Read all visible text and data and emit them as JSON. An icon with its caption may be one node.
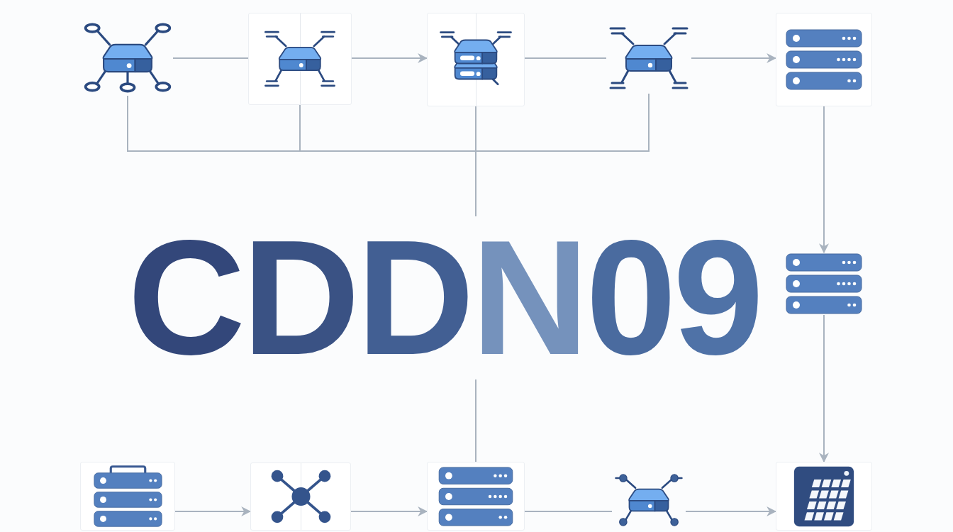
{
  "diagram": {
    "nodes": [
      {
        "text": [],
        "shape": "switch"
      },
      {
        "text": [],
        "shape": "switch"
      },
      {
        "text": [],
        "shape": "switch"
      },
      {
        "text": [],
        "shape": "switch"
      },
      {
        "text": [],
        "shape": "server"
      },
      {
        "text": [
          "CDDN09"
        ]
      },
      {
        "text": [],
        "shape": "server"
      },
      {
        "text": [],
        "shape": "server"
      },
      {
        "text": [],
        "shape": "hub"
      },
      {
        "text": [],
        "shape": "server"
      },
      {
        "text": [],
        "shape": "switch"
      },
      {
        "text": [],
        "shape": "panel"
      }
    ],
    "edges": [
      {
        "from": 0,
        "to": 1,
        "arrow": "none"
      },
      {
        "from": 1,
        "to": 2,
        "arrow": "to"
      },
      {
        "from": 2,
        "to": 3,
        "arrow": "none"
      },
      {
        "from": 3,
        "to": 4,
        "arrow": "to"
      },
      {
        "from": 4,
        "to": 6,
        "arrow": "to"
      },
      {
        "from": 6,
        "to": 11,
        "arrow": "to"
      },
      {
        "from": 7,
        "to": 8,
        "arrow": "to"
      },
      {
        "from": 8,
        "to": 9,
        "arrow": "to"
      },
      {
        "from": 9,
        "to": 10,
        "arrow": "none"
      },
      {
        "from": 10,
        "to": 11,
        "arrow": "to"
      },
      {
        "from": 0,
        "to": 5,
        "arrow": "none"
      },
      {
        "from": 1,
        "to": 5,
        "arrow": "none"
      },
      {
        "from": 3,
        "to": 5,
        "arrow": "none"
      },
      {
        "from": 2,
        "to": 5,
        "arrow": "none"
      },
      {
        "from": 5,
        "to": 9,
        "arrow": "none"
      }
    ]
  }
}
